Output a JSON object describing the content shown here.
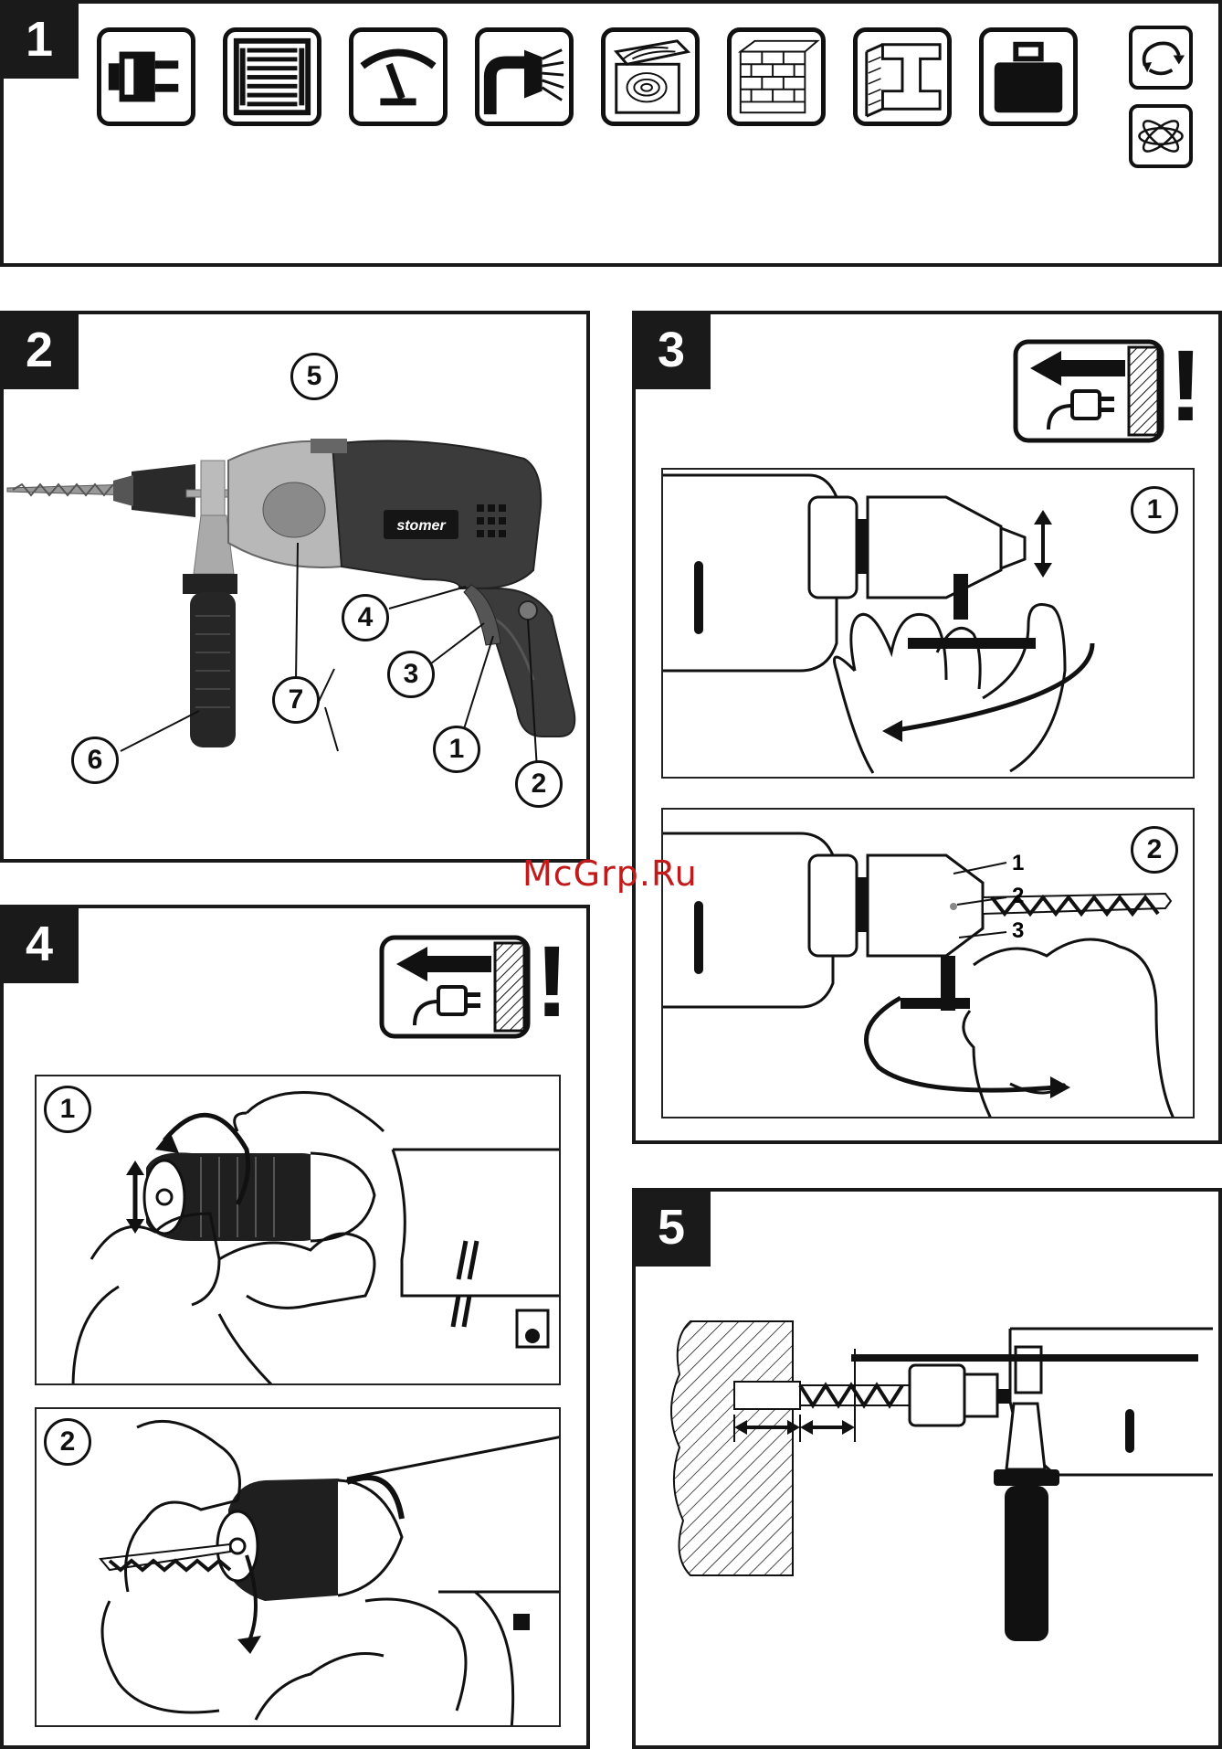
{
  "panels": {
    "p1": {
      "number": "1"
    },
    "p2": {
      "number": "2",
      "callouts": [
        "1",
        "2",
        "3",
        "4",
        "5",
        "6",
        "7"
      ],
      "brand": "stomer"
    },
    "p3": {
      "number": "3",
      "step_a": "1",
      "step_b": "2",
      "chuck_labels": [
        "1",
        "2",
        "3"
      ]
    },
    "p4": {
      "number": "4",
      "step_a": "1",
      "step_b": "2"
    },
    "p5": {
      "number": "5"
    }
  },
  "icons": [
    "plug-icon",
    "motor-icon",
    "speed-gauge-icon",
    "chuck-icon",
    "wood-icon",
    "brick-icon",
    "metal-beam-icon",
    "weight-icon",
    "rotation-icon",
    "vibration-icon"
  ],
  "warning_mark": "!",
  "watermark": "McGrp.Ru"
}
